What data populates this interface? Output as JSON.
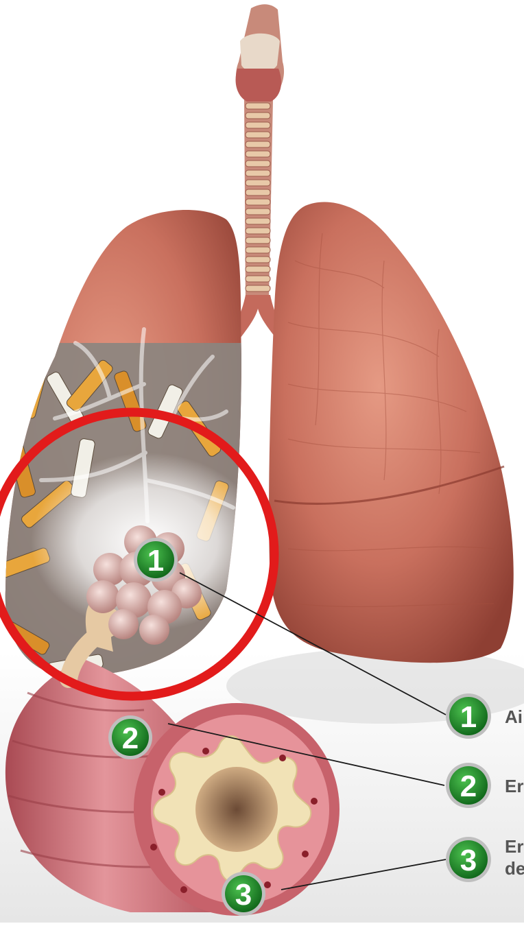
{
  "illustration": {
    "subject": "lungs-with-cigarette-butts-and-bronchus-cross-section",
    "colors": {
      "lung": "#c9705e",
      "lung_dark": "#9c4a3c",
      "highlight_ring": "#e21b1b",
      "badge": "#1f8a2a",
      "badge_ring": "#bfbfbf",
      "tube_outer": "#c7626b",
      "tube_inner": "#e6939a",
      "mucosa": "#f1e2b6"
    },
    "icons": [
      "lungs-illustration",
      "trachea-illustration",
      "cigarette-butts-illustration",
      "alveoli-cluster-illustration",
      "bronchus-cross-section-illustration"
    ]
  },
  "markers": [
    {
      "number": "1"
    },
    {
      "number": "2"
    },
    {
      "number": "3"
    }
  ],
  "legend": [
    {
      "number": "1",
      "text": "Ai"
    },
    {
      "number": "2",
      "text": "Er"
    },
    {
      "number": "3",
      "text": "Er\nde"
    }
  ]
}
